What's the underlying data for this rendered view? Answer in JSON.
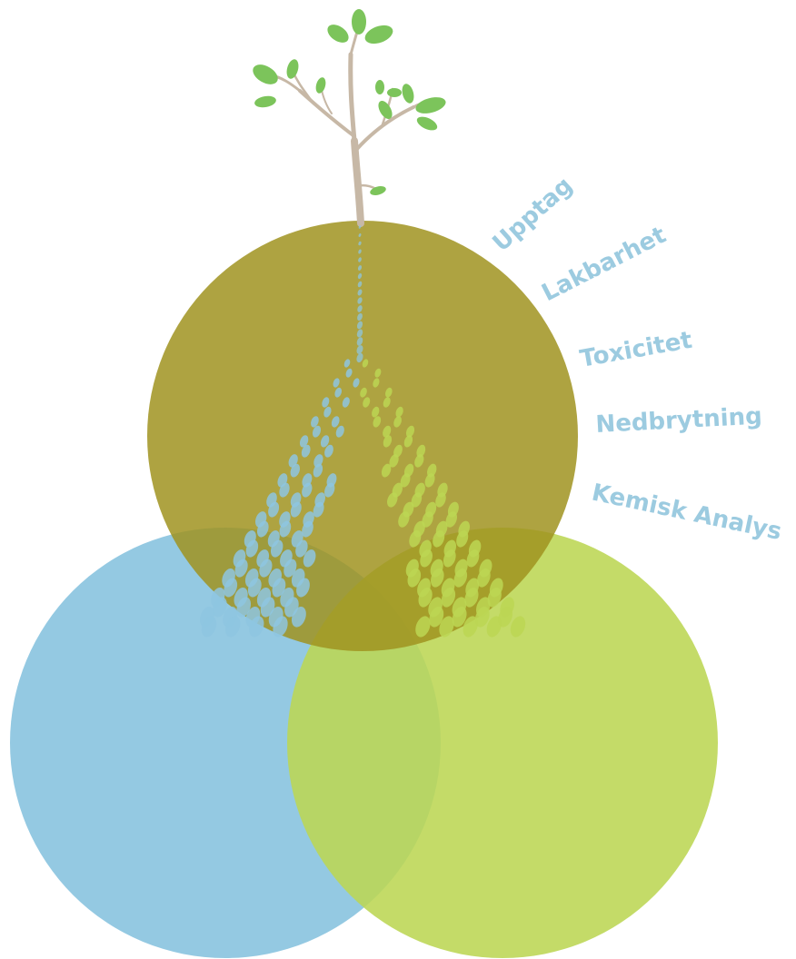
{
  "labels": [
    "Upptag",
    "Lakbarhet",
    "Toxicitet",
    "Nedbrytning",
    "Kemisk Analys"
  ],
  "colors": {
    "label_text": "#9ccbe0",
    "circle_top": "#a79b2c",
    "circle_left": "#8ec6e0",
    "circle_right": "#bcd653",
    "tree_trunk": "#c7b8a6",
    "leaf": "#7cc45b"
  },
  "icons": [
    "tree-icon"
  ]
}
